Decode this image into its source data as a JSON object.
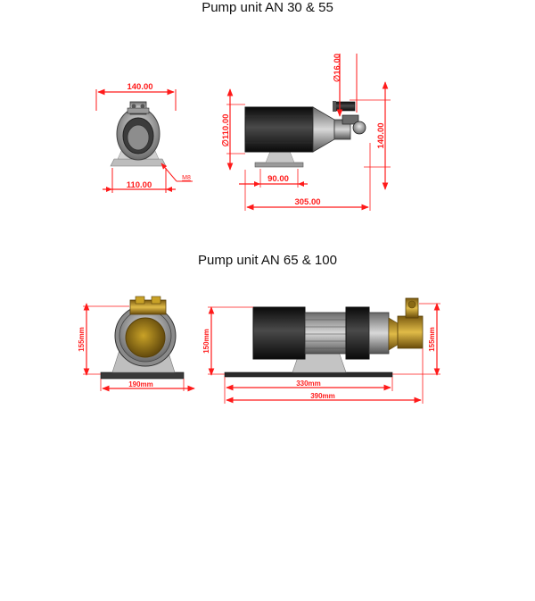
{
  "section1": {
    "title": "Pump unit AN 30 & 55",
    "dims": {
      "front_width": "140.00",
      "front_base": "110.00",
      "front_bolt": "M8",
      "side_diameter": "∅110.00",
      "side_height": "140.00",
      "side_outlet": "∅16.00",
      "side_foot": "90.00",
      "side_length": "305.00"
    }
  },
  "section2": {
    "title": "Pump unit AN 65 & 100",
    "dims": {
      "front_height": "155mm",
      "front_width": "190mm",
      "side_motor_height": "150mm",
      "side_height": "155mm",
      "side_inner_length": "330mm",
      "side_length": "390mm"
    }
  },
  "colors": {
    "dimension": "#ff1a1a",
    "brass": "#c9a227",
    "motor": "#1c1c1c"
  }
}
